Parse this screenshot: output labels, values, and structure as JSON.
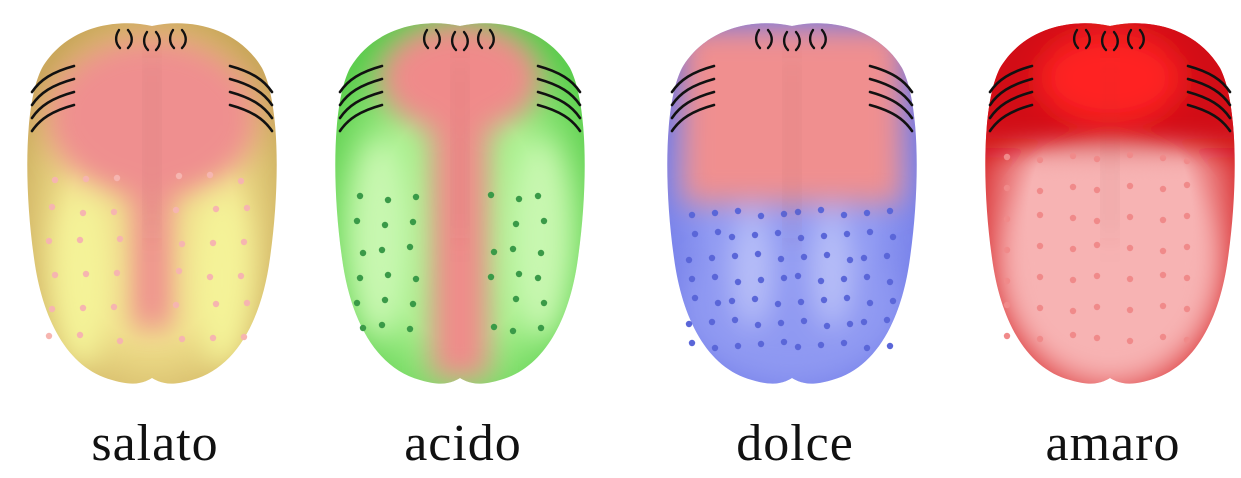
{
  "panels": [
    {
      "id": "salty",
      "label": "salato",
      "colors": {
        "base": "#f0e08c",
        "edge": "#c9a95a",
        "center": "#ef8f8f",
        "accent": "#f4f398",
        "dot": "#f6b5b0"
      }
    },
    {
      "id": "sour",
      "label": "acido",
      "colors": {
        "base": "#a6f08c",
        "edge": "#5ccf4e",
        "center": "#f08a8a",
        "accent": "#c8f7b0",
        "dot": "#3a9a48"
      }
    },
    {
      "id": "sweet",
      "label": "dolce",
      "colors": {
        "base": "#8f99f2",
        "edge": "#6d77e6",
        "center": "#f08f8f",
        "accent": "#b8bff8",
        "dot": "#5a66d8"
      }
    },
    {
      "id": "bitter",
      "label": "amaro",
      "colors": {
        "base": "#f7b3b3",
        "edge": "#d20f12",
        "center": "#f4a0a0",
        "accent": "#ff2020",
        "dot": "#f08a8a"
      }
    }
  ]
}
